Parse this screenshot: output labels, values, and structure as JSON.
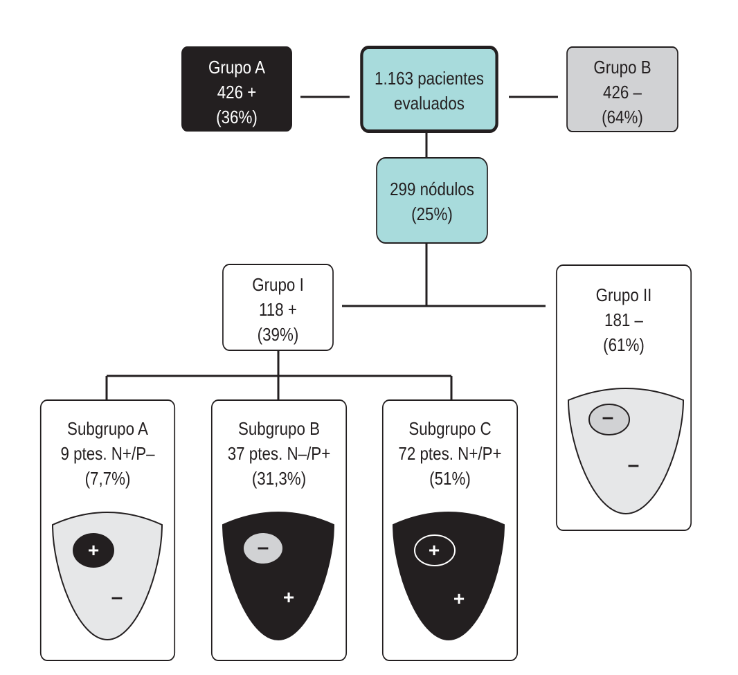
{
  "total": {
    "line1": "1.163 pacientes",
    "line2": "evaluados"
  },
  "grupo_a": {
    "title": "Grupo A",
    "count": "426 +",
    "percent": "(36%)"
  },
  "grupo_b": {
    "title": "Grupo B",
    "count": "426 –",
    "percent": "(64%)"
  },
  "nodulos": {
    "line1": "299 nódulos",
    "line2": "(25%)"
  },
  "grupo_i": {
    "title": "Grupo I",
    "count": "118 +",
    "percent": "(39%)"
  },
  "grupo_ii": {
    "title": "Grupo II",
    "count": "181 –",
    "percent": "(61%)",
    "inner_sign": "–",
    "outer_sign": "–"
  },
  "subgroups": [
    {
      "title": "Subgrupo A",
      "detail": "9 ptes. N+/P–",
      "percent": "(7,7%)",
      "inner_sign": "+",
      "outer_sign": "–"
    },
    {
      "title": "Subgrupo B",
      "detail": "37 ptes. N–/P+",
      "percent": "(31,3%)",
      "inner_sign": "–",
      "outer_sign": "+"
    },
    {
      "title": "Subgrupo C",
      "detail": "72 ptes. N+/P+",
      "percent": "(51%)",
      "inner_sign": "+",
      "outer_sign": "+"
    }
  ],
  "colors": {
    "dark": "#231f20",
    "grey": "#d1d2d4",
    "light": "#e6e7e8",
    "teal": "#a8dbdc",
    "white": "#ffffff"
  }
}
